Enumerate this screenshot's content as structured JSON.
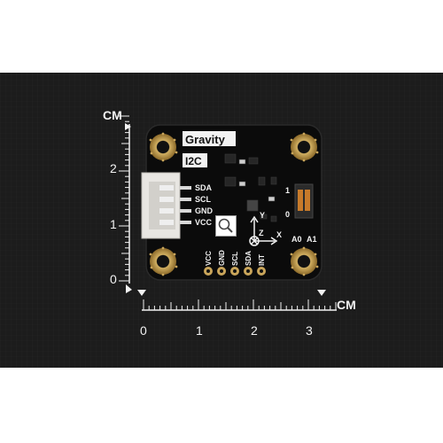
{
  "scale_vertical": {
    "unit": "CM",
    "ticks": [
      "2",
      "1",
      "0"
    ]
  },
  "scale_horizontal": {
    "unit": "CM",
    "ticks": [
      "0",
      "1",
      "2",
      "3"
    ]
  },
  "board": {
    "brand": "Gravity",
    "interface": "I2C",
    "connector_pins": [
      "SDA",
      "SCL",
      "GND",
      "VCC"
    ],
    "bottom_pins": [
      "VCC",
      "GND",
      "SCL",
      "SDA",
      "INT"
    ],
    "axis_labels": {
      "x": "X",
      "y": "Y",
      "z": "Z"
    },
    "switch_labels": {
      "one": "1",
      "zero": "0",
      "a0": "A0",
      "a1": "A1"
    }
  },
  "colors": {
    "background_dark": "#1b1b1b",
    "pcb": "#0d0d0d",
    "gold": "#b8944a",
    "silkscreen": "#f2f2f2",
    "switch": "#c77a2a"
  },
  "zoom_icon": "magnifier-icon"
}
